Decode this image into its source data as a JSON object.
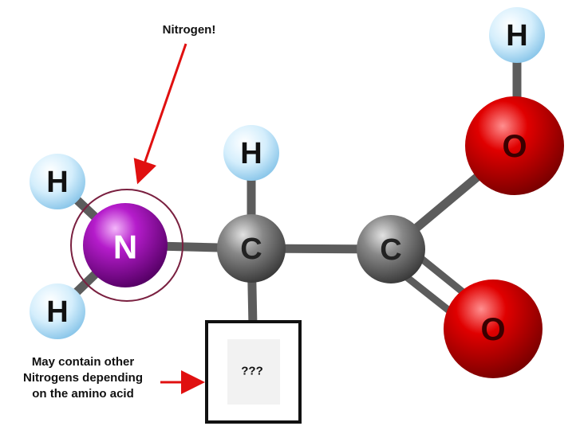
{
  "atoms": {
    "nitrogen": "N",
    "hydrogen_top_left": "H",
    "hydrogen_bottom_left": "H",
    "hydrogen_alpha": "H",
    "hydrogen_hydroxyl": "H",
    "carbon_alpha": "C",
    "carbon_carboxyl": "C",
    "oxygen_hydroxyl": "O",
    "oxygen_carbonyl": "O"
  },
  "side_chain": {
    "label": "???"
  },
  "annotations": {
    "nitrogen_label": "Nitrogen!",
    "side_chain_note": [
      "May contain other",
      "Nitrogens depending",
      "on the amino acid"
    ]
  },
  "colors": {
    "hydrogen": "#bfe4f8",
    "nitrogen": "#a010b0",
    "carbon": "#7a7a7a",
    "oxygen": "#d80000",
    "bond": "#5c5c5c",
    "arrow": "#e01010",
    "ring": "#7a2040"
  }
}
